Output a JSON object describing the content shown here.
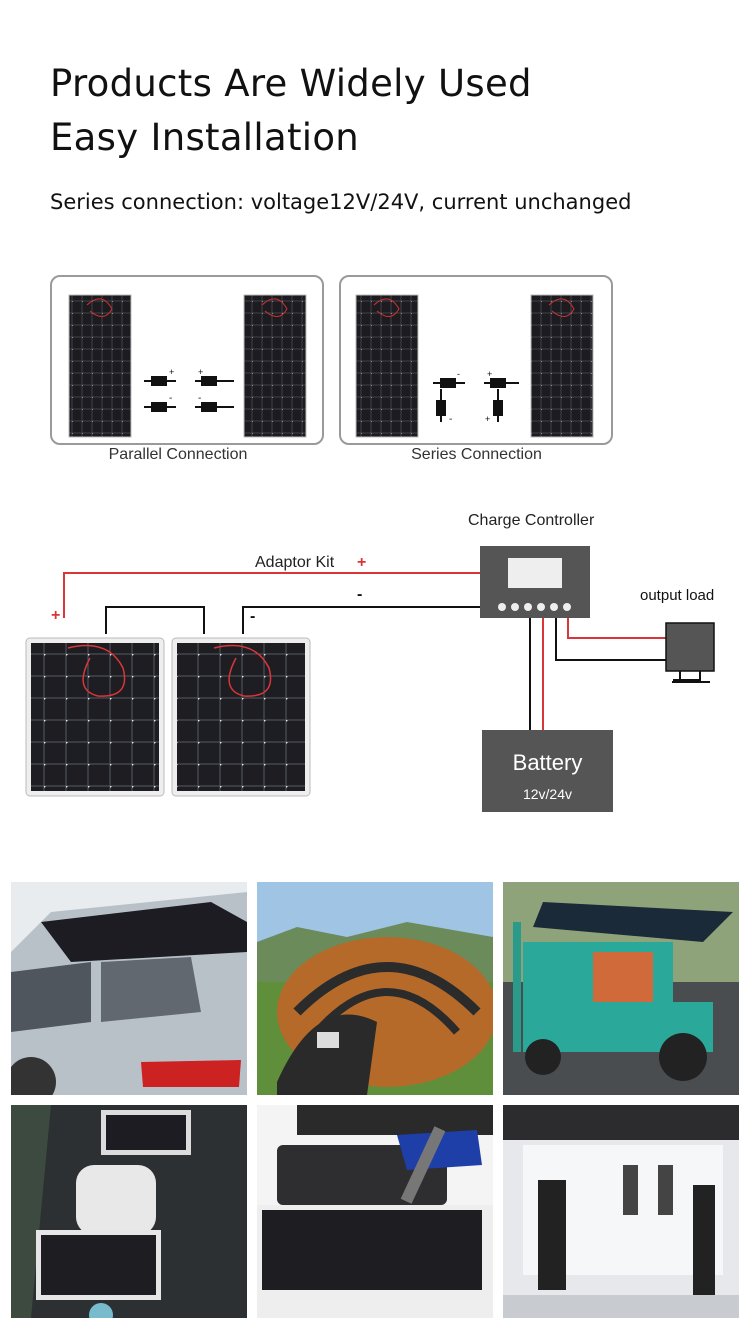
{
  "headings": {
    "line1": "Products Are Widely Used",
    "line2": "Easy Installation",
    "subtitle": "Series connection: voltage12V/24V, current unchanged"
  },
  "connections": {
    "parallel_label": "Parallel Connection",
    "series_label": "Series Connection",
    "plus": "+",
    "minus": "-"
  },
  "wiring": {
    "charge_controller": "Charge Controller",
    "adaptor_kit": "Adaptor Kit",
    "adaptor_plus": "+",
    "left_plus": "+",
    "neg_sign": "-",
    "neg_sign2": "-",
    "output_load": "output load",
    "battery": "Battery",
    "battery_voltage": "12v/24v"
  },
  "photos": [
    {
      "subject": "car-roof-solar"
    },
    {
      "subject": "tent-solar"
    },
    {
      "subject": "tricycle-solar"
    },
    {
      "subject": "rv-roof-solar"
    },
    {
      "subject": "panel-installation"
    },
    {
      "subject": "exhibition-booth"
    }
  ],
  "colors": {
    "wire_red": "#d9363a",
    "wire_black": "#111111",
    "device_gray": "#555555",
    "panel_dark": "#1d1d22"
  }
}
